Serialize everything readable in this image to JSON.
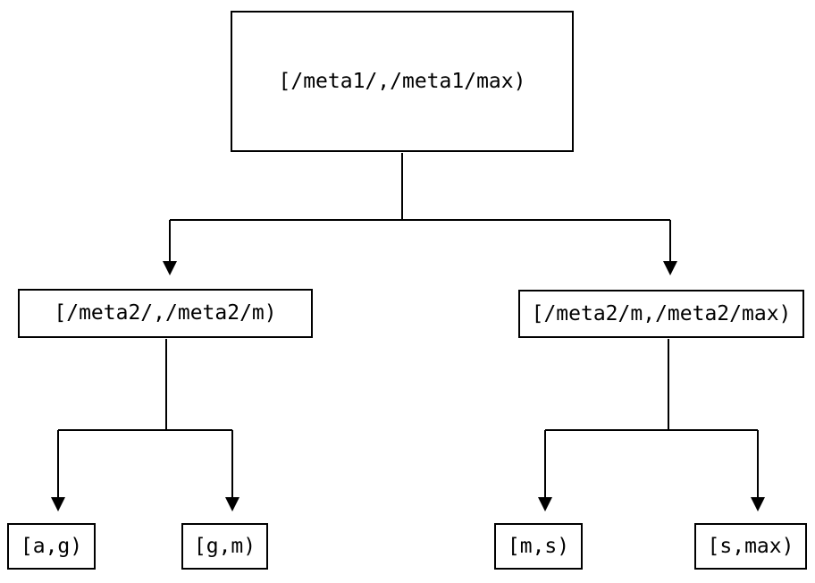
{
  "colors": {
    "background": "#ffffff",
    "line": "#000000",
    "box_border": "#000000",
    "text": "#000000"
  },
  "nodes": {
    "root": {
      "label": "[/meta1/,/meta1/max)"
    },
    "left_child": {
      "label": "[/meta2/,/meta2/m)"
    },
    "right_child": {
      "label": "[/meta2/m,/meta2/max)"
    },
    "leaf_1": {
      "label": "[a,g)"
    },
    "leaf_2": {
      "label": "[g,m)"
    },
    "leaf_3": {
      "label": "[m,s)"
    },
    "leaf_4": {
      "label": "[s,max)"
    }
  },
  "edges": [
    {
      "from": "root",
      "to": "left_child"
    },
    {
      "from": "root",
      "to": "right_child"
    },
    {
      "from": "left_child",
      "to": "leaf_1"
    },
    {
      "from": "left_child",
      "to": "leaf_2"
    },
    {
      "from": "right_child",
      "to": "leaf_3"
    },
    {
      "from": "right_child",
      "to": "leaf_4"
    }
  ]
}
